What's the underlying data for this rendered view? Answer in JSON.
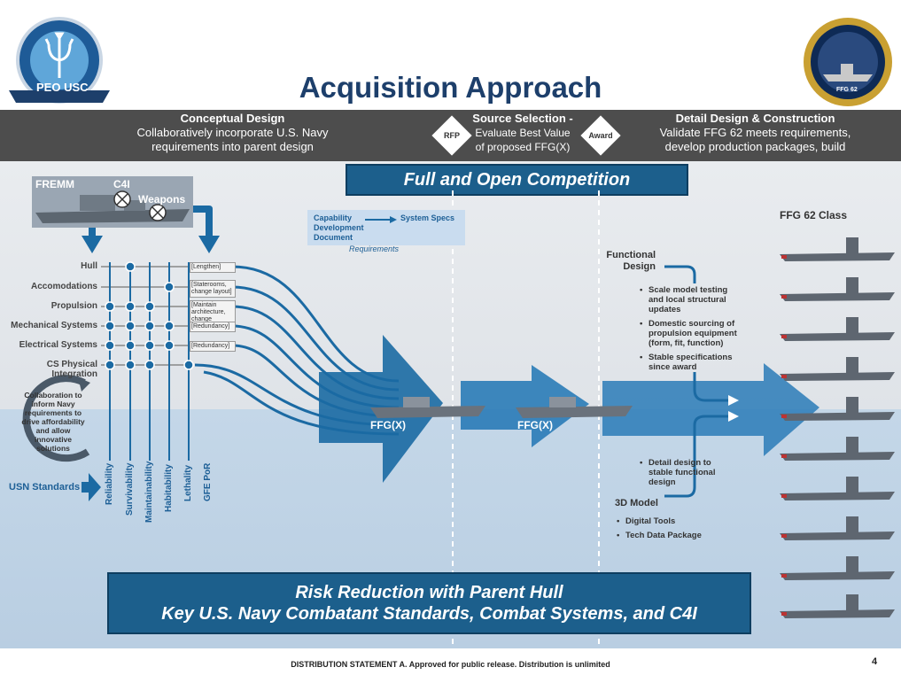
{
  "header": {
    "title": "Acquisition Approach",
    "left_seal_text": "PEO USC",
    "right_seal_text": "FFG 62"
  },
  "phases": [
    {
      "title": "Conceptual Design",
      "lines": [
        "Collaboratively incorporate U.S. Navy",
        "requirements into parent design"
      ]
    },
    {
      "title": "Source Selection -",
      "lines": [
        "Evaluate Best Value",
        "of proposed FFG(X)"
      ]
    },
    {
      "title": "Detail Design & Construction",
      "lines": [
        "Validate FFG 62 meets requirements,",
        "develop production packages, build"
      ]
    }
  ],
  "milestones": {
    "rfp": "RFP",
    "award": "Award"
  },
  "banners": {
    "competition": "Full and Open Competition",
    "risk_line1": "Risk Reduction with Parent Hull",
    "risk_line2": "Key U.S. Navy Combatant Standards, Combat Systems, and C4I"
  },
  "fremm": {
    "label": "FREMM",
    "c4i": "C4I",
    "weapons": "Weapons"
  },
  "cdd": {
    "line1": "Capability",
    "line2": "Development",
    "line3": "Document",
    "specs": "System Specs",
    "requirements": "Requirements"
  },
  "rows": [
    {
      "label": "Hull",
      "box": "[Lengthen]"
    },
    {
      "label": "Accomodations",
      "box": "[Staterooms, change layout]"
    },
    {
      "label": "Propulsion",
      "box": "[Maintain architecture, change equipment]"
    },
    {
      "label": "Mechanical Systems",
      "box": "[Redundancy]"
    },
    {
      "label": "Electrical Systems",
      "box": "[Redundancy]"
    },
    {
      "label": "CS Physical Integration",
      "box": ""
    }
  ],
  "columns": [
    "Reliability",
    "Survivability",
    "Maintainability",
    "Habitability",
    "Lethality",
    "GFE PoR"
  ],
  "collaboration": "Collaboration to inform Navy requirements to drive affordability and allow innovative solutions",
  "usn_standards": "USN Standards",
  "ffgx_label": "FFG(X)",
  "functional_design": {
    "line1": "Functional",
    "line2": "Design"
  },
  "functional_bullets": [
    "Scale model testing and local structural updates",
    "Domestic sourcing of propulsion equipment (form, fit, function)",
    "Stable specifications since award"
  ],
  "detail_bullets": [
    "Detail design to stable functional design"
  ],
  "model_3d": "3D Model",
  "model_bullets": [
    "Digital Tools",
    "Tech Data Package"
  ],
  "ffg62_class": "FFG 62 Class",
  "footer": "DISTRIBUTION STATEMENT A. Approved for public release. Distribution is unlimited",
  "page_number": "4",
  "colors": {
    "navy": "#1d3f6b",
    "banner": "#1c5f8c",
    "band": "#4d4d4d",
    "arrow": "#1b6aa3"
  }
}
